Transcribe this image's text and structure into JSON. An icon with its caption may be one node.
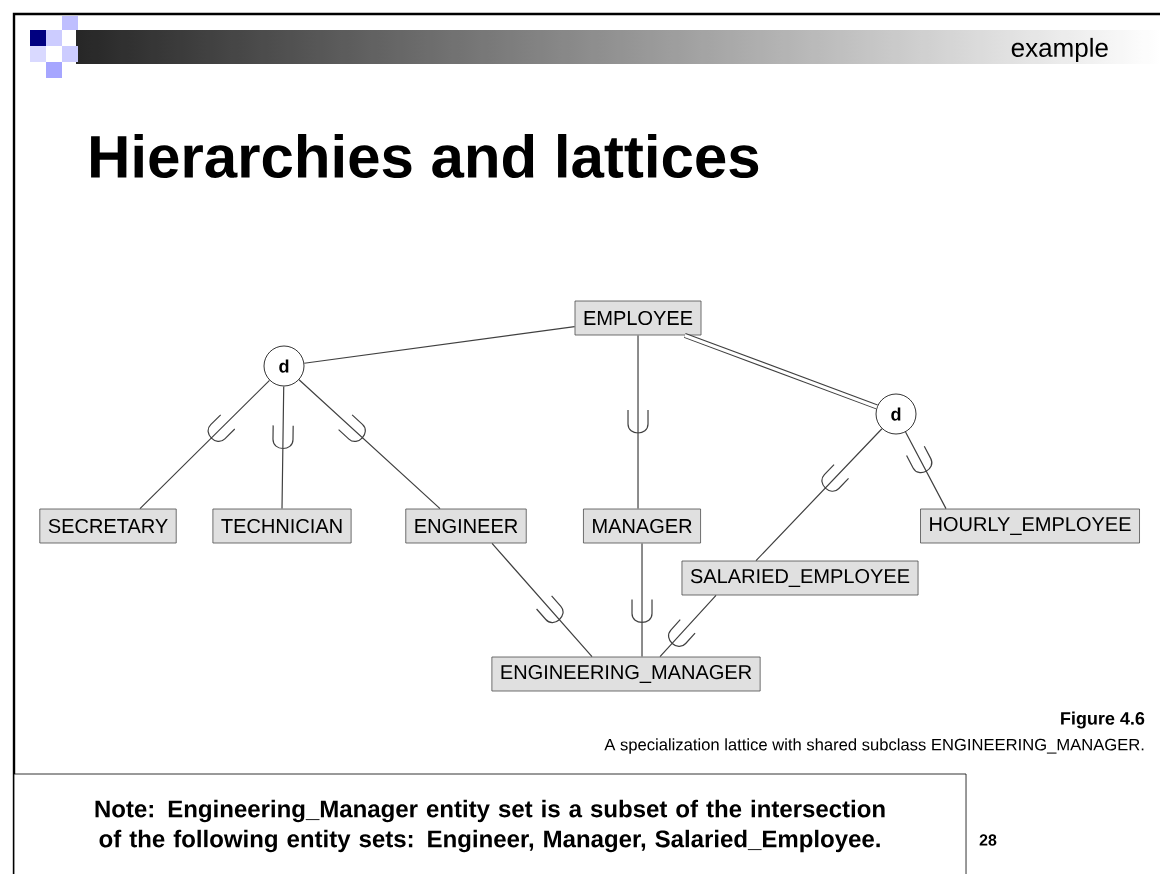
{
  "diagram": {
    "title": "Hierarchies and lattices",
    "caption": "A specialization lattice with shared subclass ENGINEERING_MANAGER.",
    "nodes": [
      {
        "text": [
          "EMPLOYEE"
        ]
      },
      {
        "text": [
          "d"
        ]
      },
      {
        "text": [
          "d"
        ]
      },
      {
        "text": [
          "SECRETARY"
        ]
      },
      {
        "text": [
          "TECHNICIAN"
        ]
      },
      {
        "text": [
          "ENGINEER"
        ]
      },
      {
        "text": [
          "MANAGER"
        ]
      },
      {
        "text": [
          "HOURLY_EMPLOYEE"
        ]
      },
      {
        "text": [
          "SALARIED_EMPLOYEE"
        ]
      },
      {
        "text": [
          "ENGINEERING_MANAGER"
        ]
      },
      {
        "text": [
          "Note: Engineering_Manager entity set is a subset of the intersection of the following entity sets: Engineer, Manager, Salaried_Employee."
        ]
      }
    ],
    "edges": [
      {
        "from": 0,
        "to": 1,
        "arrow": "none"
      },
      {
        "from": 0,
        "to": 2,
        "arrow": "none",
        "style": "thick"
      },
      {
        "from": 1,
        "to": 3,
        "arrow": "none"
      },
      {
        "from": 1,
        "to": 4,
        "arrow": "none"
      },
      {
        "from": 1,
        "to": 5,
        "arrow": "none"
      },
      {
        "from": 0,
        "to": 6,
        "arrow": "none"
      },
      {
        "from": 2,
        "to": 8,
        "arrow": "none"
      },
      {
        "from": 2,
        "to": 7,
        "arrow": "none"
      },
      {
        "from": 5,
        "to": 9,
        "arrow": "none"
      },
      {
        "from": 6,
        "to": 9,
        "arrow": "none"
      },
      {
        "from": 8,
        "to": 9,
        "arrow": "none"
      }
    ],
    "labels": [
      "example",
      "Figure 4.6",
      "28"
    ]
  }
}
